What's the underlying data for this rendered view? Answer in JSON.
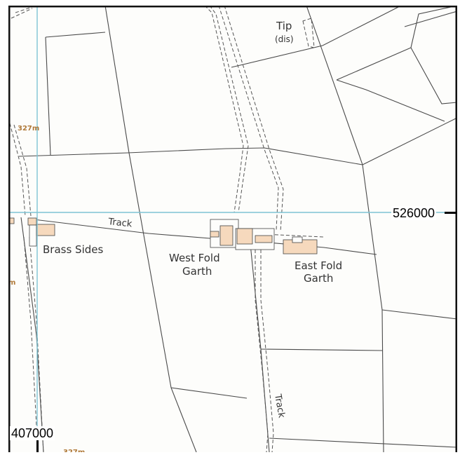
{
  "map": {
    "place_labels": {
      "brass_sides": "Brass Sides",
      "west_fold_l1": "West Fold",
      "west_fold_l2": "Garth",
      "east_fold_l1": "East Fold",
      "east_fold_l2": "Garth",
      "tip": "Tip",
      "tip_note": "(dis)",
      "track_north": "Track",
      "track_south": "Track"
    },
    "spot_heights": {
      "h1": "327m",
      "h2": "327m",
      "h3": "m"
    },
    "grid": {
      "northing_label": "526000",
      "easting_label": "407000"
    },
    "colors": {
      "background": "#fdfdfb",
      "building": "#f6d9bd",
      "grid_line": "#7fc4d4",
      "height_label": "#b07a3a",
      "field_boundary": "#4a4a4a"
    }
  }
}
